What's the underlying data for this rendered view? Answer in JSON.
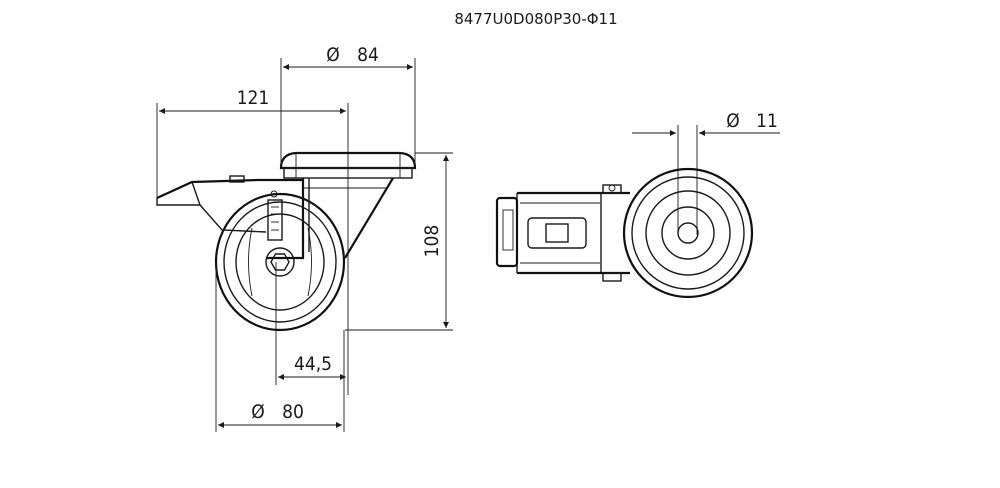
{
  "title": "8477U0D080P30-Φ11",
  "dimensions": {
    "top_plate_diameter": "84",
    "total_reach": "121",
    "height": "108",
    "offset": "44,5",
    "wheel_diameter": "80",
    "bolt_hole_diameter": "11"
  },
  "diameter_symbol": "Ø"
}
